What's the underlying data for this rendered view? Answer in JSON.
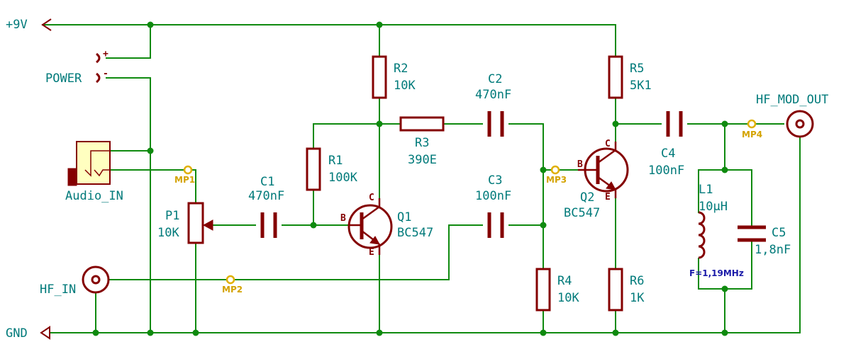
{
  "nets": {
    "vcc": "+9V",
    "gnd": "GND"
  },
  "connectors": {
    "power": "POWER",
    "plus": "+",
    "minus": "-",
    "audio_in": "Audio_IN",
    "hf_in": "HF_IN",
    "hf_mod_out": "HF_MOD_OUT"
  },
  "components": {
    "r1": {
      "ref": "R1",
      "value": "100K"
    },
    "r2": {
      "ref": "R2",
      "value": "10K"
    },
    "r3": {
      "ref": "R3",
      "value": "390E"
    },
    "r4": {
      "ref": "R4",
      "value": "10K"
    },
    "r5": {
      "ref": "R5",
      "value": "5K1"
    },
    "r6": {
      "ref": "R6",
      "value": "1K"
    },
    "c1": {
      "ref": "C1",
      "value": "470nF"
    },
    "c2": {
      "ref": "C2",
      "value": "470nF"
    },
    "c3": {
      "ref": "C3",
      "value": "100nF"
    },
    "c4": {
      "ref": "C4",
      "value": "100nF"
    },
    "c5": {
      "ref": "C5",
      "value": "1,8nF"
    },
    "l1": {
      "ref": "L1",
      "value": "10µH"
    },
    "p1": {
      "ref": "P1",
      "value": "10K"
    },
    "q1": {
      "ref": "Q1",
      "value": "BC547"
    },
    "q2": {
      "ref": "Q2",
      "value": "BC547"
    }
  },
  "pins": {
    "b": "B",
    "c": "C",
    "e": "E"
  },
  "measure_points": [
    "MP1",
    "MP2",
    "MP3",
    "MP4"
  ],
  "annotations": {
    "freq": "F=1,19MHz"
  },
  "colors": {
    "wire": "#0f8a0f",
    "component": "#840000",
    "label": "#007a7a",
    "measure_point": "#e0b000",
    "annotation": "#1a1aa8",
    "connector_fill": "#ffffc0"
  }
}
